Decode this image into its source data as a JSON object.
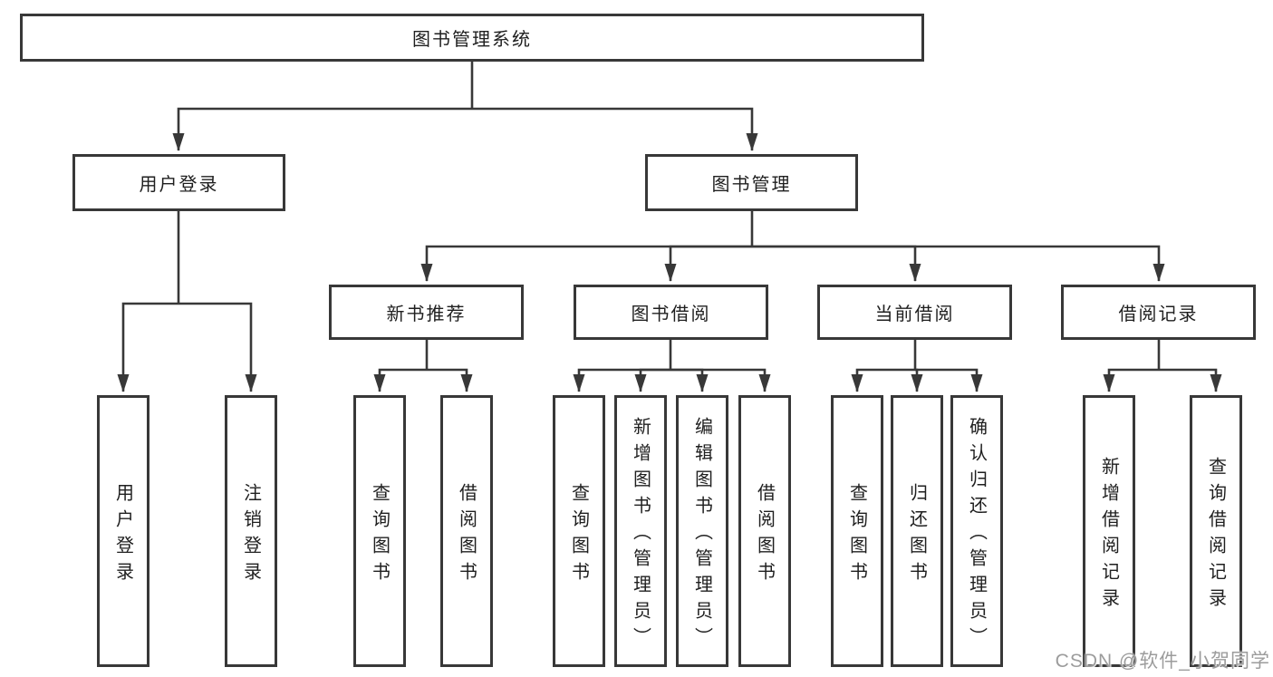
{
  "diagram_title": "图书管理系统",
  "colors": {
    "line": "#383838",
    "text": "#1f1f1f",
    "background": "#ffffff",
    "watermark": "#9c9c9c"
  },
  "root": {
    "label": "图书管理系统"
  },
  "level1": [
    {
      "label": "用户登录"
    },
    {
      "label": "图书管理"
    }
  ],
  "level2": [
    {
      "label": "新书推荐"
    },
    {
      "label": "图书借阅"
    },
    {
      "label": "当前借阅"
    },
    {
      "label": "借阅记录"
    }
  ],
  "leaves": {
    "user_login": [
      {
        "label": "用户登录"
      },
      {
        "label": "注销登录"
      }
    ],
    "new_book_recommend": [
      {
        "label": "查询图书"
      },
      {
        "label": "借阅图书"
      }
    ],
    "book_borrow": [
      {
        "label": "查询图书"
      },
      {
        "label": "新增图书（管理员）"
      },
      {
        "label": "编辑图书（管理员）"
      },
      {
        "label": "借阅图书"
      }
    ],
    "current_borrow": [
      {
        "label": "查询图书"
      },
      {
        "label": "归还图书"
      },
      {
        "label": "确认归还（管理员）"
      }
    ],
    "borrow_records": [
      {
        "label": "新增借阅记录"
      },
      {
        "label": "查询借阅记录"
      }
    ]
  },
  "watermark": "CSDN @软件_小贺同学"
}
